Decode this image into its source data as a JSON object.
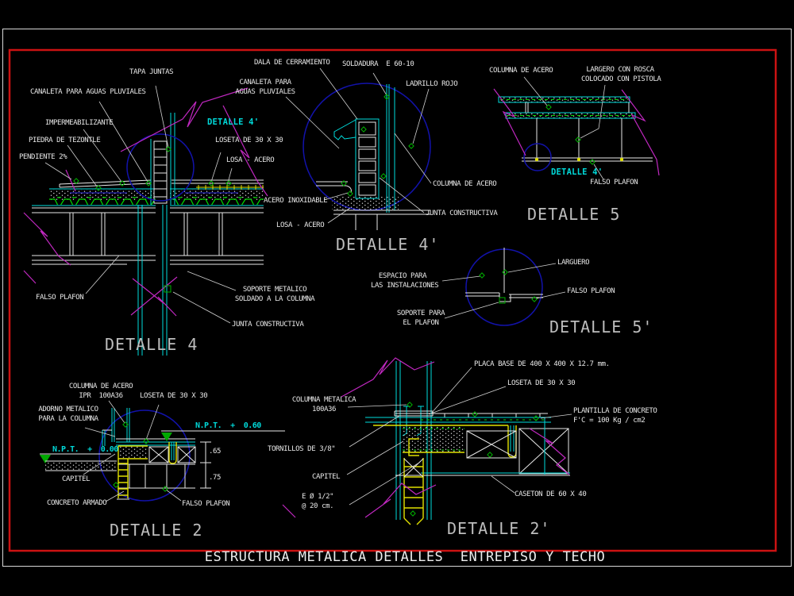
{
  "sheet": {
    "title": "ESTRUCTURA METALICA DETALLES  ENTREPISO Y TECHO"
  },
  "colors": {
    "frame_red": "#cc1212",
    "line_cyan": "#00dcdc",
    "line_magenta": "#c028c0",
    "circle_navy": "#1212aa",
    "deck_green": "#00dd00",
    "steel_yellow": "#e0e000"
  },
  "d4": {
    "title": "DETALLE 4",
    "tapa_juntas": "TAPA JUNTAS",
    "canaleta": "CANALETA PARA AGUAS PLUVIALES",
    "impermeabilizante": "IMPERMEABILIZANTE",
    "piedra": "PIEDRA DE TEZONTLE",
    "pendiente": "PENDIENTE 2%",
    "ref_detalle_4p": "DETALLE 4'",
    "loseta": "LOSETA DE 30 X 30",
    "losa_acero": "LOSA - ACERO",
    "falso_plafon": "FALSO PLAFON",
    "soporte": "SOPORTE METALICO\nSOLDADO A LA COLUMNA",
    "junta": "JUNTA CONSTRUCTIVA"
  },
  "d4p": {
    "title": "DETALLE 4'",
    "dala": "DALA DE CERRAMIENTO",
    "soldadura": "SOLDADURA  E 60-10",
    "canaleta": "CANALETA PARA\nAGUAS PLUVIALES",
    "ladrillo": "LADRILLO ROJO",
    "columna": "COLUMNA DE ACERO",
    "junta": "JUNTA CONSTRUCTIVA",
    "acero_inox": "ACERO INOXIDABLE",
    "losa_acero": "LOSA - ACERO"
  },
  "d5": {
    "title": "DETALLE 5",
    "columna": "COLUMNA DE ACERO",
    "largero": "LARGERO CON ROSCA\nCOLOCADO CON PISTOLA",
    "ref_detalle_4p": "DETALLE 4'",
    "falso_plafon": "FALSO PLAFON"
  },
  "d5p": {
    "title": "DETALLE 5'",
    "espacio": "ESPACIO PARA\nLAS INSTALACIONES",
    "larguero": "LARGUERO",
    "falso_plafon": "FALSO PLAFON",
    "soporte": "SOPORTE PARA\nEL PLAFON"
  },
  "d2": {
    "title": "DETALLE 2",
    "columna": "COLUMNA DE ACERO\nIPR  100A36",
    "loseta": "LOSETA DE 30 X 30",
    "adorno": "ADORNO METALICO\nPARA LA COLUMNA",
    "npt_060": "N.P.T.  +  0.60",
    "npt_000": "N.P.T.  +  0.00",
    "dim_65": ".65",
    "dim_75": ".75",
    "capitel": "CAPITEL",
    "concreto": "CONCRETO ARMADO",
    "falso_plafon": "FALSO PLAFON"
  },
  "d2p": {
    "title": "DETALLE 2'",
    "placa": "PLACA BASE DE 400 X 400 X 12.7 mm.",
    "loseta": "LOSETA DE 30 X 30",
    "columna": "COLUMNA METALICA\n100A36",
    "plantilla": "PLANTILLA DE CONCRETO\nF'C = 100 Kg / cm2",
    "tornillos": "TORNILLOS DE 3/8\"",
    "capitel": "CAPITEL",
    "estribos": "E Ø 1/2\"\n@ 20 cm.",
    "caseton": "CASETON DE 60 X 40"
  }
}
